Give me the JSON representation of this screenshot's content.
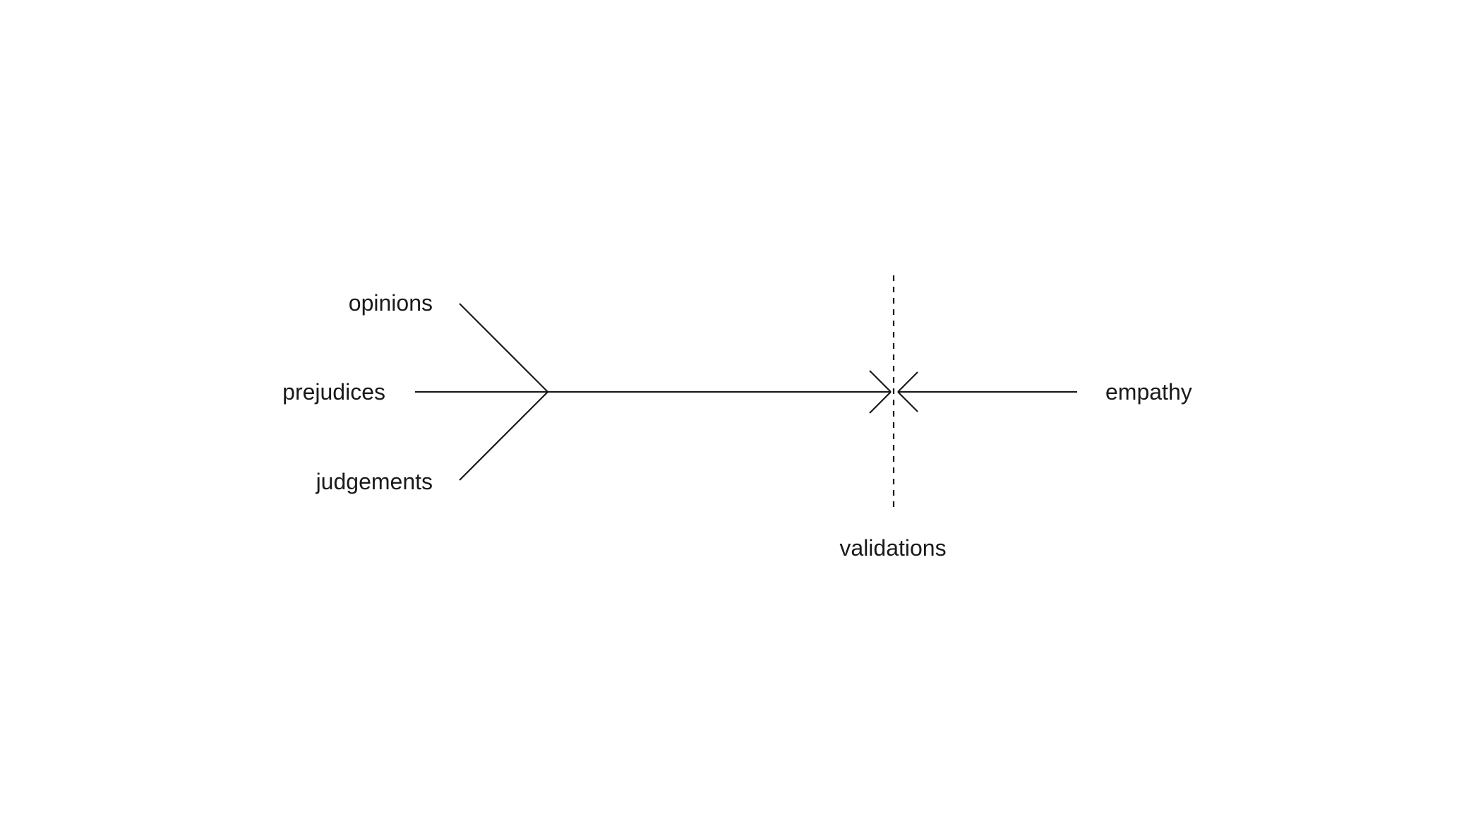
{
  "diagram": {
    "labels": {
      "opinions": "opinions",
      "prejudices": "prejudices",
      "judgements": "judgements",
      "empathy": "empathy",
      "validations": "validations"
    },
    "colors": {
      "background": "#ffffff",
      "ink": "#1a1a1a"
    }
  }
}
